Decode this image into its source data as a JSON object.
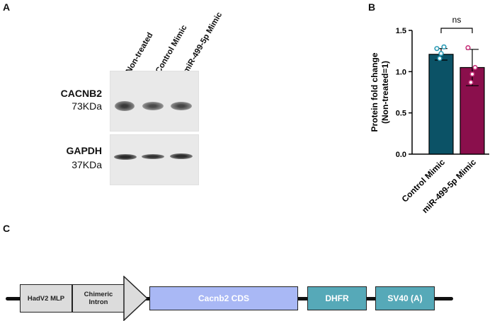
{
  "panels": {
    "a": "A",
    "b": "B",
    "c": "C"
  },
  "blot": {
    "lanes": [
      "Non-treated",
      "Control Mimic",
      "miR-499-5p Mimic"
    ],
    "rows": [
      {
        "protein": "CACNB2",
        "size": "73KDa"
      },
      {
        "protein": "GAPDH",
        "size": "37KDa"
      }
    ]
  },
  "chart_data": {
    "type": "bar",
    "categories": [
      "Control Mimic",
      "miR-499-5p Mimic"
    ],
    "values": [
      1.21,
      1.05
    ],
    "errors": [
      0.07,
      0.22
    ],
    "points": [
      [
        1.28,
        1.3,
        1.22,
        1.16
      ],
      [
        1.29,
        1.05,
        0.97,
        0.87
      ]
    ],
    "colors": [
      "#0b5266",
      "#8a0f4c"
    ],
    "point_colors": [
      "#2a9ab5",
      "#c9307a"
    ],
    "ylabel": "Protein fold change\n(Non-treated=1)",
    "ylim": [
      0,
      1.5
    ],
    "yticks": [
      "0.0",
      "0.5",
      "1.0",
      "1.5"
    ],
    "significance": "ns",
    "grid": false
  },
  "construct": {
    "elements": [
      {
        "label": "HadV2 MLP",
        "color": "#dcdcdc"
      },
      {
        "label": "Chimeric\nIntron",
        "color": "#dcdcdc"
      },
      {
        "label": "Cacnb2 CDS",
        "color": "#a9b8f5"
      },
      {
        "label": "DHFR",
        "color": "#56a9b8"
      },
      {
        "label": "SV40 (A)",
        "color": "#56a9b8"
      }
    ]
  }
}
